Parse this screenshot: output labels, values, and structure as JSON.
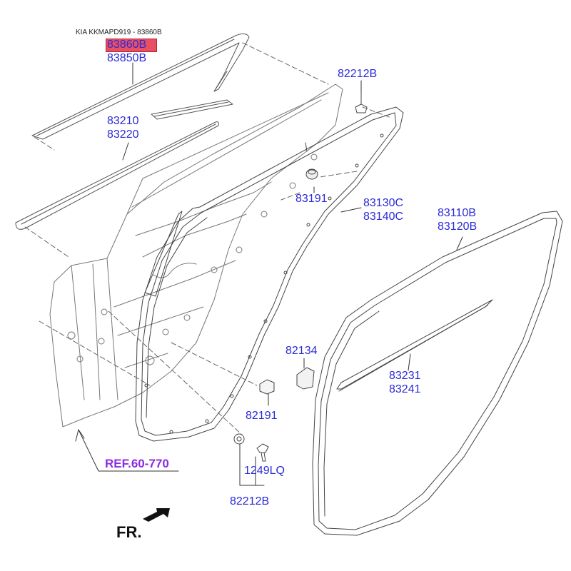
{
  "header": {
    "title": "KIA KKMAPD919 - 83860B"
  },
  "highlight": {
    "part": "83860B",
    "color": "#e94f63"
  },
  "labels": {
    "p83860b": "83860B",
    "p83850b": "83850B",
    "p83210": "83210",
    "p83220": "83220",
    "p82212b_top": "82212B",
    "p83191": "83191",
    "p83130c": "83130C",
    "p83140c": "83140C",
    "p83110b": "83110B",
    "p83120b": "83120B",
    "p82134": "82134",
    "p83231": "83231",
    "p83241": "83241",
    "p82191": "82191",
    "p1249lq": "1249LQ",
    "p82212b_bottom": "82212B",
    "ref": "REF.60-770",
    "front": "FR."
  },
  "colors": {
    "part_number": "#2a2ad8",
    "reference": "#8a2be2",
    "line_art": "#555555"
  }
}
